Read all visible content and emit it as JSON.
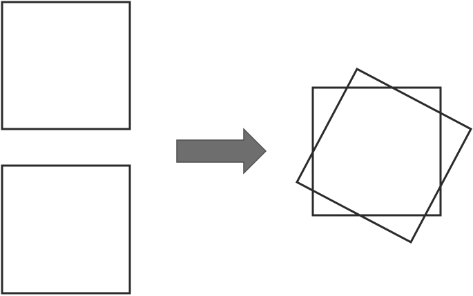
{
  "diagram": {
    "description_free": true,
    "colors": {
      "square_stroke": "#2b2b2b",
      "arrow_fill": "#6e6e6e",
      "arrow_stroke": "#4f4f4f",
      "background": "#ffffff"
    },
    "shapes": {
      "left_squares": 2,
      "right_overlay": {
        "square_count": 2,
        "rotation_degrees": 30
      },
      "arrow_direction": "right"
    }
  }
}
